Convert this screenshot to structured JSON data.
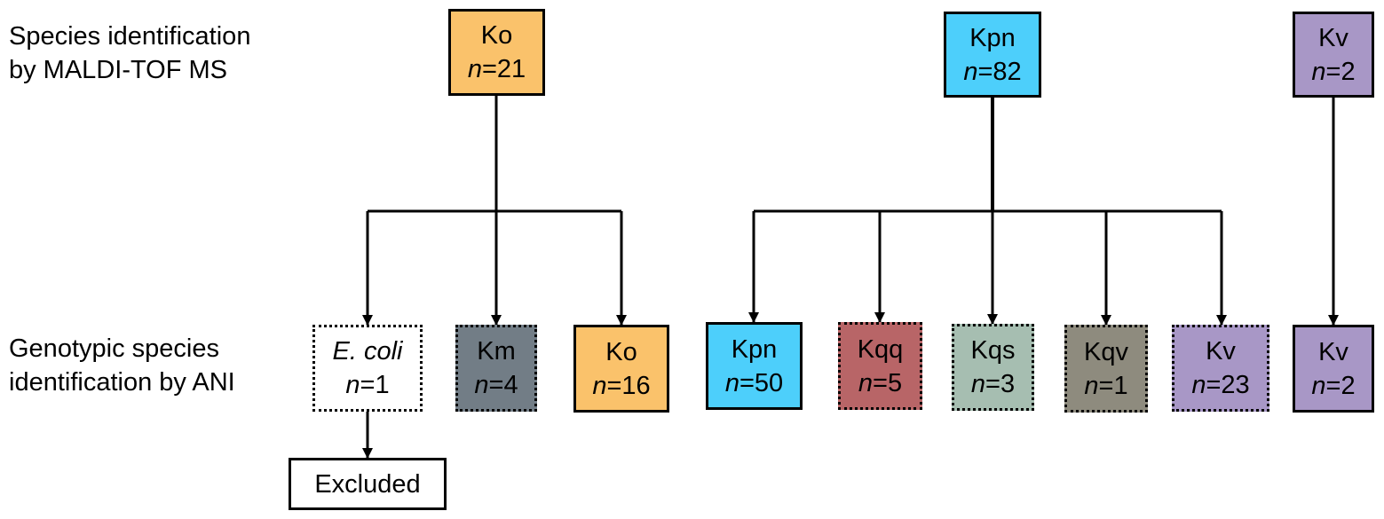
{
  "row_labels": {
    "top": [
      "Species identification",
      "by MALDI-TOF MS"
    ],
    "bottom": [
      "Genotypic species",
      "identification by ANI"
    ]
  },
  "count_prefix": "n",
  "nodes": {
    "ko_maldi": {
      "name": "Ko",
      "count": "=21",
      "color": "#FAC26B"
    },
    "kpn_maldi": {
      "name": "Kpn",
      "count": "=82",
      "color": "#4DCFFB"
    },
    "kv_maldi": {
      "name": "Kv",
      "count": "=2",
      "color": "#A897C6"
    },
    "ecoli_ani": {
      "name": "E. coli",
      "count": "=1",
      "color": "#FFFFFF"
    },
    "km_ani": {
      "name": "Km",
      "count": "=4",
      "color": "#727D86"
    },
    "ko_ani": {
      "name": "Ko",
      "count": "=16",
      "color": "#FAC26B"
    },
    "kpn_ani": {
      "name": "Kpn",
      "count": "=50",
      "color": "#4DCFFB"
    },
    "kqq_ani": {
      "name": "Kqq",
      "count": "=5",
      "color": "#B86567"
    },
    "kqs_ani": {
      "name": "Kqs",
      "count": "=3",
      "color": "#A6BEB1"
    },
    "kqv_ani": {
      "name": "Kqv",
      "count": "=1",
      "color": "#8E8B7E"
    },
    "kv_ani": {
      "name": "Kv",
      "count": "=23",
      "color": "#A897C6"
    },
    "kv2_ani": {
      "name": "Kv",
      "count": "=2",
      "color": "#A897C6"
    },
    "excluded": {
      "name": "Excluded",
      "color": "#FFFFFF"
    }
  }
}
